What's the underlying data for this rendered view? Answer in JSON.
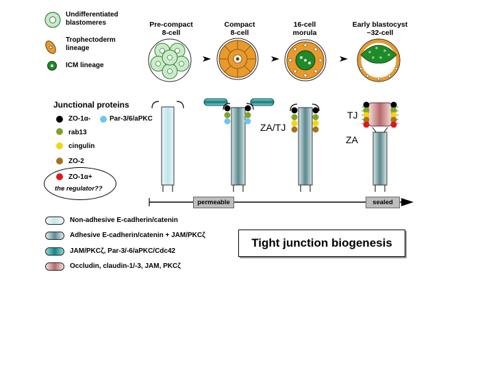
{
  "cell_legend": {
    "undiff": "Undifferentiated\nblastomeres",
    "tropho": "Trophectoderm\nlineage",
    "icm": "ICM lineage"
  },
  "stages": [
    {
      "label": "Pre-compact\n8-cell"
    },
    {
      "label": "Compact\n8-cell"
    },
    {
      "label": "16-cell\nmorula"
    },
    {
      "label": "Early blastocyst\n~32-cell"
    }
  ],
  "proteins": {
    "title": "Junctional proteins",
    "zo1_minus": "ZO-1α-",
    "par": "Par-3/6/aPKC",
    "rab13": "rab13",
    "cingulin": "cingulin",
    "zo2": "ZO-2",
    "zo1_plus": "ZO-1α+",
    "regulator": "the regulator??"
  },
  "junction_labels": {
    "za_tj": "ZA/TJ",
    "tj": "TJ",
    "za": "ZA"
  },
  "arrow": {
    "permeable": "permeable",
    "sealed": "sealed"
  },
  "bottom_legend": {
    "non_adhesive": "Non-adhesive E-cadherin/catenin",
    "adhesive": "Adhesive E-cadherin/catenin + JAM/PKCζ",
    "jam": "JAM/PKCζ, Par-3/-6/aPKC/Cdc42",
    "occludin": "Occludin, claudin-1/-3, JAM, PKCζ"
  },
  "title": "Tight junction biogenesis",
  "colors": {
    "zo1_minus": "#000000",
    "par": "#6ec6ee",
    "rab13": "#7fa32a",
    "cingulin": "#f5d60c",
    "zo2": "#a6731c",
    "zo1_plus": "#e01818",
    "orange": "#e89a2c",
    "icm_green": "#1f8a2a",
    "pale_green": "#c8ebc8"
  }
}
